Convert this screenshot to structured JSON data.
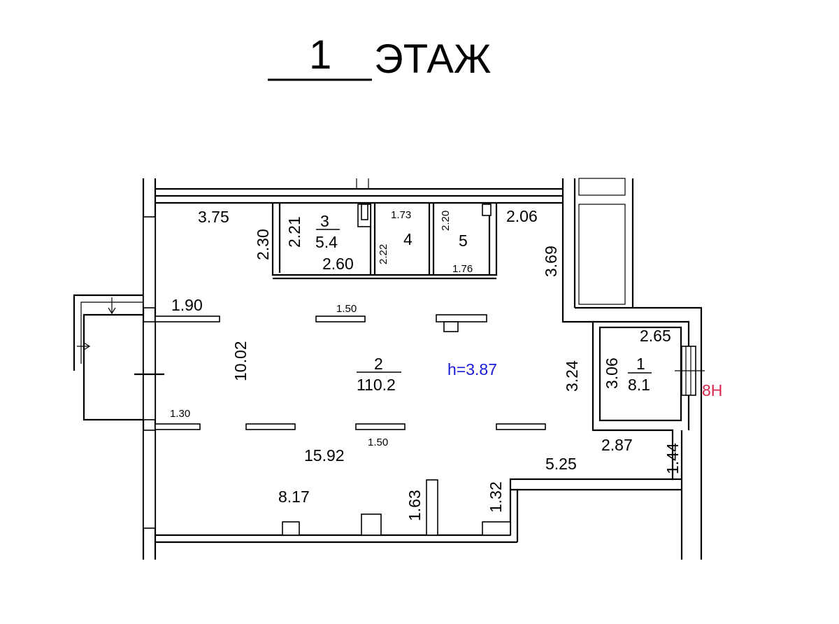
{
  "title": {
    "floor_number": "1",
    "floor_word": "ЭТАЖ"
  },
  "rooms": [
    {
      "number": "3",
      "area": "5.4"
    },
    {
      "number": "4",
      "area": ""
    },
    {
      "number": "5",
      "area": ""
    },
    {
      "number": "2",
      "area": "110.2"
    },
    {
      "number": "1",
      "area": "8.1"
    }
  ],
  "ceiling_height": "h=3.87",
  "entrance_mark": "8Н",
  "dimensions": {
    "d_3_75": "3.75",
    "d_2_30": "2.30",
    "d_2_21": "2.21",
    "d_2_60": "2.60",
    "d_1_73": "1.73",
    "d_2_22": "2.22",
    "d_2_20": "2.20",
    "d_1_76": "1.76",
    "d_2_06": "2.06",
    "d_3_69": "3.69",
    "d_1_90": "1.90",
    "d_1_50_top": "1.50",
    "d_10_02": "10.02",
    "d_1_30": "1.30",
    "d_1_50_bottom": "1.50",
    "d_15_92": "15.92",
    "d_8_17": "8.17",
    "d_1_63": "1.63",
    "d_1_32": "1.32",
    "d_5_25": "5.25",
    "d_2_87": "2.87",
    "d_1_44": "1.44",
    "d_3_24": "3.24",
    "d_3_06": "3.06",
    "d_2_65": "2.65"
  }
}
